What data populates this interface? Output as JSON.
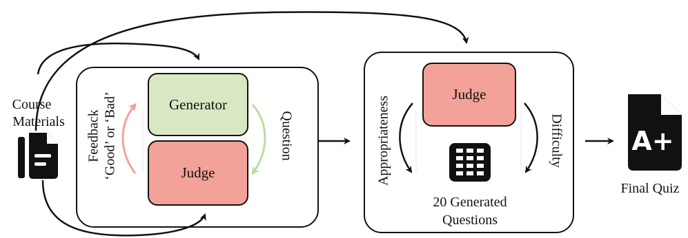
{
  "inputs": {
    "course_materials_line1": "Course",
    "course_materials_line2": "Materials"
  },
  "loop": {
    "generator_label": "Generator",
    "judge_label": "Judge",
    "feedback_line1": "Feedback",
    "feedback_line2": "‘Good’ or ‘Bad’",
    "question_label": "Question"
  },
  "selection": {
    "judge_label": "Judge",
    "appropriateness_label": "Appropriateness",
    "difficulty_label": "Difficulty",
    "generated_line1": "20 Generated",
    "generated_line2": "Questions"
  },
  "output": {
    "final_quiz_label": "Final Quiz",
    "grade_text": "A+"
  },
  "colors": {
    "generator_fill": "#d9e8c3",
    "judge_fill": "#f3a29a",
    "feedback_arrow": "#eea39b",
    "question_arrow": "#bcdc9f"
  },
  "icons": {
    "document": "document-icon",
    "grid": "grid-icon",
    "grade": "grade-document-icon"
  }
}
